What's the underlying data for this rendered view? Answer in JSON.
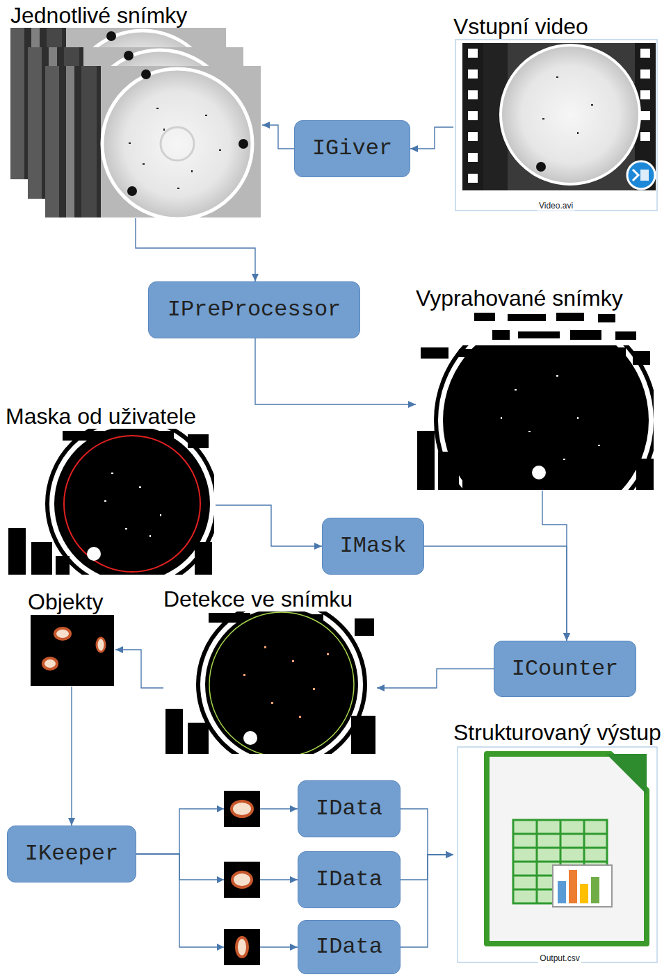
{
  "diagram": {
    "nodes": [
      {
        "text": [
          "Jednotlivé snímky"
        ]
      },
      {
        "text": [
          "Vstupní video",
          "Video.avi"
        ]
      },
      {
        "text": [
          "IGiver"
        ]
      },
      {
        "text": [
          "IPreProcessor"
        ]
      },
      {
        "text": [
          "Vyprahované snímky"
        ]
      },
      {
        "text": [
          "Maska od uživatele"
        ]
      },
      {
        "text": [
          "IMask"
        ]
      },
      {
        "text": [
          "Objekty"
        ]
      },
      {
        "text": [
          "Detekce ve snímku"
        ]
      },
      {
        "text": [
          "ICounter"
        ]
      },
      {
        "text": [
          "IKeeper"
        ]
      },
      {
        "text": [
          "IData"
        ]
      },
      {
        "text": [
          "IData"
        ]
      },
      {
        "text": [
          "IData"
        ]
      },
      {
        "text": [
          "Strukturovaný výstup",
          "Output.csv"
        ]
      }
    ],
    "edges": [
      {
        "from": 1,
        "to": 2,
        "arrow": "to"
      },
      {
        "from": 2,
        "to": 0,
        "arrow": "to"
      },
      {
        "from": 0,
        "to": 3,
        "arrow": "to"
      },
      {
        "from": 3,
        "to": 4,
        "arrow": "to"
      },
      {
        "from": 5,
        "to": 6,
        "arrow": "to"
      },
      {
        "from": 4,
        "to": 9,
        "arrow": "to"
      },
      {
        "from": 6,
        "to": 9,
        "arrow": "to"
      },
      {
        "from": 9,
        "to": 8,
        "arrow": "to"
      },
      {
        "from": 8,
        "to": 7,
        "arrow": "to"
      },
      {
        "from": 7,
        "to": 10,
        "arrow": "to"
      },
      {
        "from": 10,
        "to": 11,
        "arrow": "to"
      },
      {
        "from": 10,
        "to": 12,
        "arrow": "to"
      },
      {
        "from": 10,
        "to": 13,
        "arrow": "to"
      },
      {
        "from": 11,
        "to": 14,
        "arrow": "to"
      },
      {
        "from": 12,
        "to": 14,
        "arrow": "to"
      },
      {
        "from": 13,
        "to": 14,
        "arrow": "to"
      }
    ]
  }
}
